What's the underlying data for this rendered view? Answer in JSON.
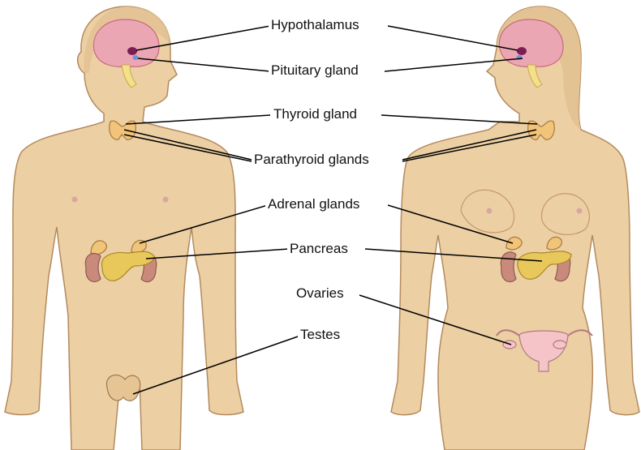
{
  "labels": {
    "hypothalamus": "Hypothalamus",
    "pituitary": "Pituitary gland",
    "thyroid": "Thyroid gland",
    "parathyroid": "Parathyroid glands",
    "adrenal": "Adrenal glands",
    "pancreas": "Pancreas",
    "ovaries": "Ovaries",
    "testes": "Testes"
  },
  "colors": {
    "skin": "#ECCFA3",
    "skin_outline": "#B48A5E",
    "brain": "#EBA6B4",
    "hypothalamus": "#7A1E55",
    "pituitary": "#6F8FE0",
    "gland": "#F2C47A",
    "kidney": "#C98A7B",
    "pancreas": "#E8C85A",
    "uterus": "#F4C4C8",
    "leader_line": "#000000"
  }
}
